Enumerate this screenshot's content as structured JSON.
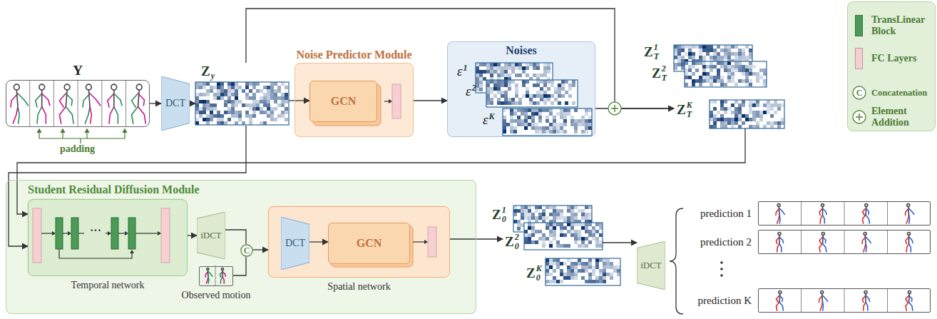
{
  "diagram": {
    "nodes": [
      {
        "text": [
          "Y"
        ]
      },
      {
        "text": [
          "DCT"
        ]
      },
      {
        "text": [
          "Z",
          "y"
        ]
      },
      {
        "text": [
          "Noise Predictor Module"
        ]
      },
      {
        "text": [
          "GCN"
        ],
        "in": 3
      },
      {
        "text": [
          "Noises"
        ]
      },
      {
        "text": [
          "ε",
          "1"
        ],
        "in": 5
      },
      {
        "text": [
          "ε",
          "2"
        ],
        "in": 5
      },
      {
        "text": [
          "ε",
          "K"
        ],
        "in": 5
      },
      {
        "text": [
          "Z",
          "T",
          "1"
        ]
      },
      {
        "text": [
          "Z",
          "T",
          "2"
        ]
      },
      {
        "text": [
          "Z",
          "T",
          "K"
        ]
      },
      {
        "text": [
          "Student Residual Diffusion Module"
        ]
      },
      {
        "text": [
          "Temporal network"
        ],
        "in": 12
      },
      {
        "text": [
          "iDCT"
        ],
        "in": 12
      },
      {
        "text": [
          "Observed motion"
        ],
        "in": 12
      },
      {
        "text": [
          "C"
        ],
        "in": 12
      },
      {
        "text": [
          "Spatial network"
        ],
        "in": 12
      },
      {
        "text": [
          "DCT"
        ],
        "in": 17
      },
      {
        "text": [
          "GCN"
        ],
        "in": 17
      },
      {
        "text": [
          "Z",
          "0",
          "1"
        ]
      },
      {
        "text": [
          "Z",
          "0",
          "2"
        ]
      },
      {
        "text": [
          "Z",
          "0",
          "K"
        ]
      },
      {
        "text": [
          "iDCT"
        ]
      },
      {
        "text": [
          "prediction 1"
        ]
      },
      {
        "text": [
          "prediction 2"
        ]
      },
      {
        "text": [
          "prediction K"
        ]
      }
    ],
    "edges": [
      {
        "from": 0,
        "to": 1,
        "arrow": "to"
      },
      {
        "from": 1,
        "to": 2,
        "arrow": "to"
      },
      {
        "from": 2,
        "to": 4,
        "arrow": "to"
      },
      {
        "from": 3,
        "to": 5,
        "arrow": "to"
      },
      {
        "from": 2,
        "to": 11,
        "arrow": "to"
      },
      {
        "from": 5,
        "to": 11,
        "arrow": "to"
      },
      {
        "from": 11,
        "to": 13,
        "arrow": "to"
      },
      {
        "from": 2,
        "to": 13,
        "arrow": "to"
      },
      {
        "from": 13,
        "to": 14,
        "arrow": "to"
      },
      {
        "from": 14,
        "to": 16,
        "arrow": "none"
      },
      {
        "from": 15,
        "to": 16,
        "arrow": "none"
      },
      {
        "from": 16,
        "to": 17,
        "arrow": "to"
      },
      {
        "from": 18,
        "to": 19,
        "arrow": "to"
      },
      {
        "from": 17,
        "to": 21,
        "arrow": "to"
      },
      {
        "from": 21,
        "to": 23,
        "arrow": "to"
      }
    ],
    "labels": [
      "padding",
      "···",
      "C"
    ],
    "legend": [
      {
        "text": "TransLinear Block",
        "color": "#4b9a55"
      },
      {
        "text": "FC Layers",
        "color": "#f6cfd3"
      },
      {
        "text": "Concatenation"
      },
      {
        "text": "Element Addition"
      }
    ]
  }
}
